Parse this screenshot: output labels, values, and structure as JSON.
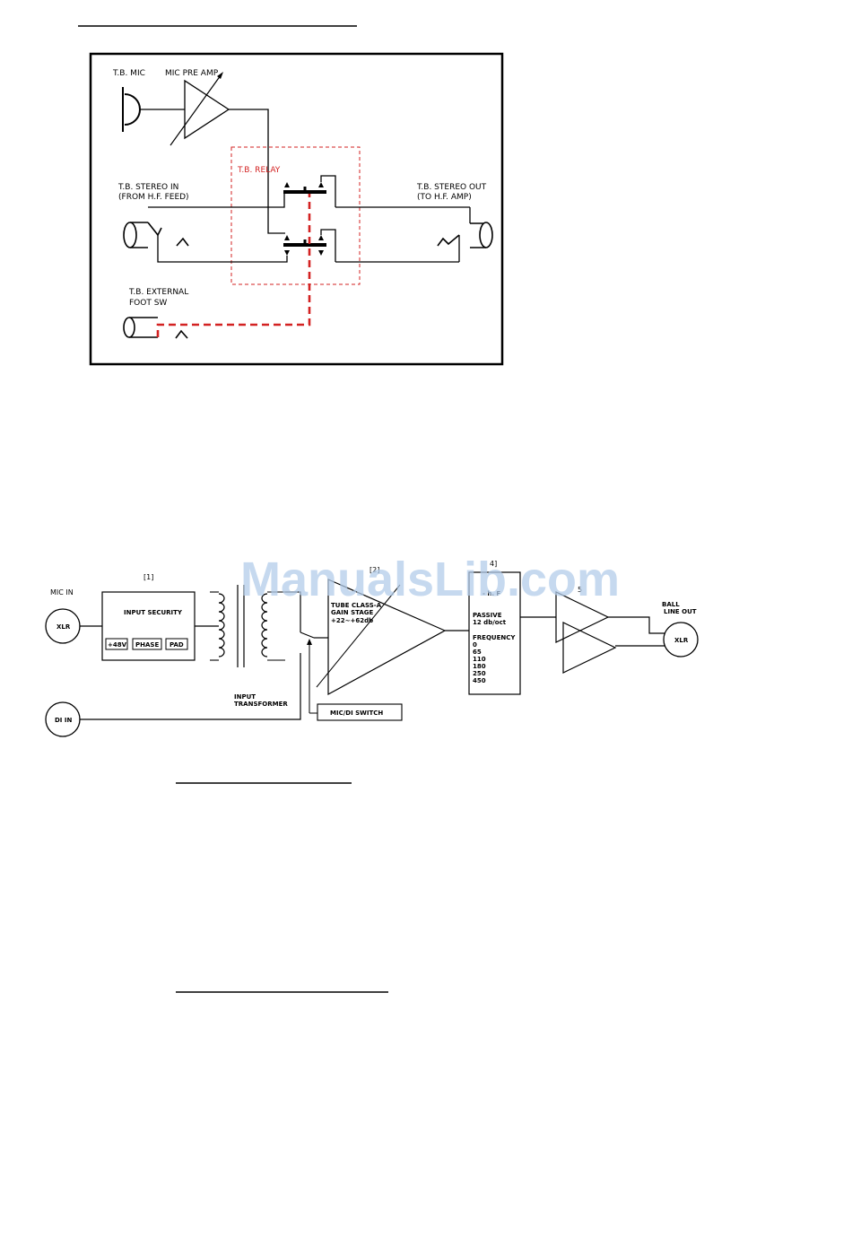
{
  "diagram_talkback": {
    "mic_label": "T.B. MIC",
    "preamp_label": "MIC PRE AMP",
    "relay_label": "T.B. RELAY",
    "stereo_in_line1": "T.B. STEREO IN",
    "stereo_in_line2": "(FROM H.F. FEED)",
    "stereo_out_line1": "T.B. STEREO OUT",
    "stereo_out_line2": "(TO H.F. AMP)",
    "foot_line1": "T.B. EXTERNAL",
    "foot_line2": "FOOT SW"
  },
  "diagram_signal": {
    "mic_in": "MIC IN",
    "xlr_in": "XLR",
    "block1_num": "[1]",
    "input_security": "INPUT SECURITY",
    "btn_48v": "+48V",
    "btn_phase": "PHASE",
    "btn_pad": "PAD",
    "transformer_line1": "INPUT",
    "transformer_line2": "TRANSFORMER",
    "di_in": "DI IN",
    "mic_di_switch": "MIC/DI SWITCH",
    "block2_num": "[2]",
    "tube_line1": "TUBE CLASS-A",
    "tube_line2": "GAIN STAGE",
    "tube_line3": "+22~+62db",
    "block4_num": "4]",
    "filter_partial": "- h. F",
    "passive": "PASSIVE",
    "slope": "12 db/oct",
    "frequency": "FREQUENCY",
    "freq_values": [
      "0",
      "65",
      "110",
      "180",
      "250",
      "450"
    ],
    "block5_num": "5",
    "bal_line1": "BALL",
    "bal_line2": "LINE OUT",
    "xlr_out": "XLR"
  },
  "watermark": "ManualsLib.com",
  "colors": {
    "relay_red": "#d32222",
    "watermark": "#b3cdea"
  }
}
